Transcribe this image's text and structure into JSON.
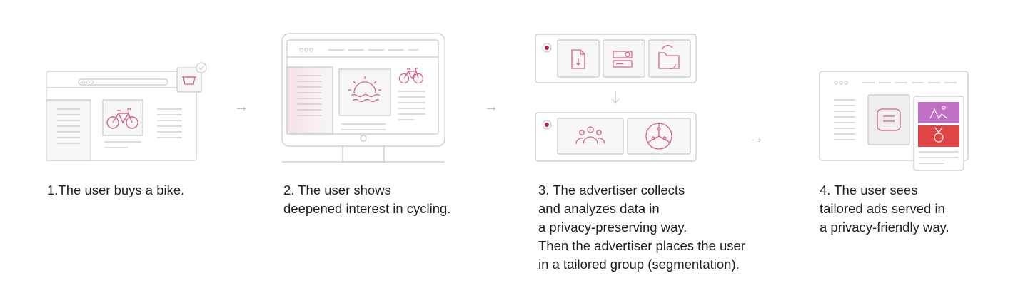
{
  "colors": {
    "line": "#c8c8c8",
    "panel": "#f7f7f7",
    "panel_dark": "#efefef",
    "accent_pink": "#d8618f",
    "accent_red": "#e04545",
    "accent_purple": "#c06fc6",
    "record_dot": "#c2185b"
  },
  "steps": [
    {
      "icons": [
        "browser-window-icon",
        "bicycle-icon",
        "shopping-basket-icon",
        "checkmark-icon"
      ],
      "caption_lines": [
        "1.The user buys a bike."
      ]
    },
    {
      "icons": [
        "desktop-monitor-icon",
        "sunset-icon",
        "bicycle-icon"
      ],
      "caption_lines": [
        "2. The user shows",
        "deepened interest in cycling."
      ]
    },
    {
      "icons": [
        "record-dot-icon",
        "document-download-icon",
        "server-icon",
        "folder-sync-icon",
        "arrow-down-icon",
        "users-group-icon",
        "segmentation-pie-icon"
      ],
      "caption_lines": [
        "3. The advertiser collects",
        "and analyzes data in",
        "a privacy-preserving way.",
        "Then the advertiser places the user",
        "in a tailored group (segmentation)."
      ]
    },
    {
      "icons": [
        "browser-window-icon",
        "chat-bubble-icon",
        "image-ad-icon",
        "medal-ad-icon"
      ],
      "caption_lines": [
        "4. The user sees",
        "tailored ads served in",
        "a privacy-friendly way."
      ]
    }
  ],
  "arrows": [
    "arrow-right-icon",
    "arrow-right-icon",
    "arrow-right-icon"
  ]
}
